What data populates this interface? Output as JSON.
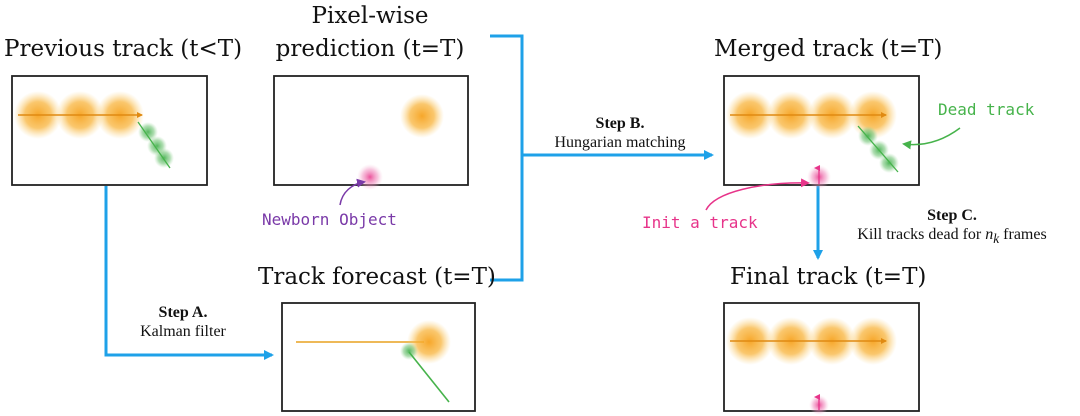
{
  "colors": {
    "arrow_blue": "#1ea1e8",
    "track_orange": "#f4ad2a",
    "dead_green": "#46b34b",
    "newborn_pink": "#e7348a",
    "newborn_purple": "#7a3aa8",
    "frame_border": "#222222"
  },
  "panels": {
    "previous": {
      "title": "Previous track (t<T)"
    },
    "pixelwise": {
      "title_line1": "Pixel-wise",
      "title_line2": "prediction (t=T)"
    },
    "forecast": {
      "title": "Track forecast (t=T)"
    },
    "merged": {
      "title": "Merged track (t=T)"
    },
    "final": {
      "title": "Final track (t=T)"
    }
  },
  "steps": {
    "a": {
      "head": "Step A.",
      "body": "Kalman filter"
    },
    "b": {
      "head": "Step B.",
      "body": "Hungarian matching"
    },
    "c": {
      "head": "Step C.",
      "body_prefix": "Kill tracks dead for ",
      "var": "n",
      "sub": "k",
      "body_suffix": " frames"
    }
  },
  "annotations": {
    "newborn": "Newborn Object",
    "dead_track": "Dead track",
    "init_track": "Init a track"
  }
}
